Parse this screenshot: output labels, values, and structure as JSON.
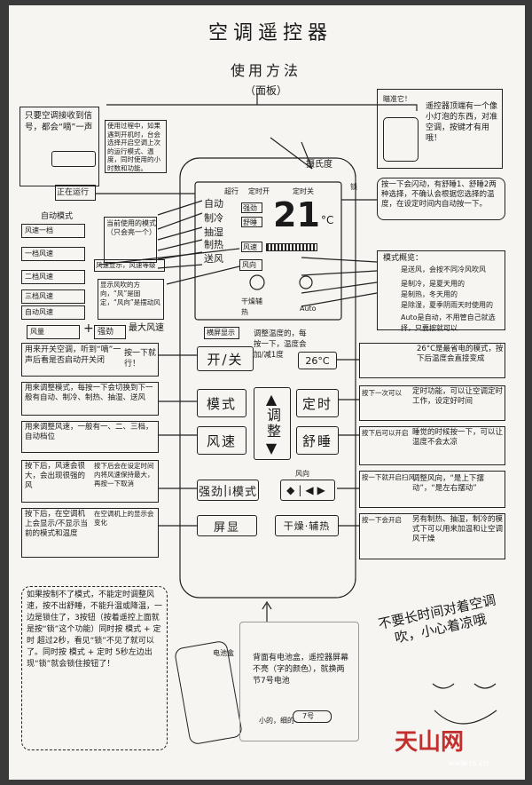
{
  "title": "空调遥控器",
  "subtitle": "使用方法",
  "panel": "（面板）",
  "top_left_note": "只要空调接收到信号，都会“嘀”一声",
  "top_mid_note": "使用过程中，如果遇到开机时，台会选择开启空调上次的运行模式、温度，同时使用的小时数和功能。",
  "running": "正在运行",
  "top_right_note": "遥控器顶端有一个像小灯泡的东西，对准空调，按键才有用哦！",
  "photo_label": "瞄准它！",
  "mode_list": {
    "title": "自动模式",
    "items": [
      "风速一档",
      "一档风速",
      "二档风速",
      "三档风速",
      "自动风速",
      "风量"
    ]
  },
  "mode_icons_note": "当前使用的模式（只会亮一个）",
  "fan_note": "风速显示，风速等级",
  "wind_dir_note": "显示风吹的方向，“风”是固定，“风向”是摆动风",
  "strong_note": "强劲",
  "strong_eq": "最大风速",
  "screen": {
    "labels_left": [
      "超行",
      "自动",
      "制冷",
      "抽湿",
      "制热",
      "送风"
    ],
    "labels_top": [
      "定时开",
      "定时关"
    ],
    "timer": [
      "强劲",
      "舒睡"
    ],
    "temp": "21",
    "unit": "°C",
    "fan": "风速",
    "wind": "风向",
    "dry": "干燥辅热",
    "auto": "Auto",
    "lock": "锁",
    "tag_temp": "摄氏度",
    "display_tag": "横屏显示"
  },
  "sleep_note": "按一下会闪动，有舒睡1、舒睡2两种选择，不确认会根据您选择的温度，在设定时间内自动按一下。",
  "mode_legend": {
    "title": "模式概览：",
    "items": [
      "是送风，会按不同冷风吹风",
      "是制冷，是夏天用的",
      "是制热，冬天用的",
      "是除湿，夏季阴雨天时使用的",
      "Auto是自动，不用管自己就选择，只要按就可以"
    ]
  },
  "buttons": {
    "power": "开/关",
    "temp_display": "26°C",
    "mode": "模式",
    "timer": "定时",
    "adjust": "调整",
    "fan": "风速",
    "sleep": "舒睡",
    "strong": "强劲",
    "imode": "i模式",
    "dir_label": "风向",
    "display": "屏显",
    "dry": "干燥·辅热"
  },
  "notes_left": {
    "power": "用来开关空调，听到“嘀”一声后看是否启动开关闭",
    "power2": "按一下就行！",
    "mode": "用来调整模式，每按一下会切换到下一般有自动、制冷、制热、抽湿、送风",
    "fan": "用来调整风速，一般有一、二、三档，自动档位",
    "strong": "按下后，风速会很大，会出现很强的风",
    "strong2": "按下后会在设定时间内将风速保持最大，再按一下取消",
    "display": "按下后，在空调机上会显示/不显示当前的模式和温度",
    "display2": "在空调机上的显示会变化"
  },
  "notes_mid": {
    "adjust": "调整温度的，每按一下，温度会加/减1度"
  },
  "notes_right": {
    "temp": "26°C是最省电的模式，按下后温度会直接变成",
    "timer": "定时功能，可以让空调定时工作，设定好时间",
    "timer2": "按下一次可以",
    "sleep": "睡觉的时候按一下，可以让温度不会太凉",
    "sleep2": "按下后可以开启",
    "dir": "调整风向，“是上下摆动”，“是左右摆动”",
    "dir2": "按一下就开启扫风",
    "dry": "另有制热、抽湿，制冷的模式下可以用来加温和让空调风干燥",
    "dry2": "按一下会开启"
  },
  "bottom_left_note": "如果按制不了模式，不能定时调整风速，按不出舒睡，不能升温或降温，一边是锁住了，3按钮（按着遥控上面就是按“锁”这个功能）同时按 模式 + 定时 超过2秒，看见“锁”不见了就可以了。同时按 模式 + 定时 5秒左边出现“锁”就会锁住按钮了！",
  "bottom_left_btn1": "模式",
  "bottom_left_btn2": "定时",
  "bottom_mid_note": "背面有电池盒，遥控器屏幕不亮（字的颜色），就换两节7号电池",
  "battery_label": "7号",
  "battery_tag": "小的，细的",
  "phone_tag": "电池盒",
  "cursive": "不要长时间对着空调吹，小心着凉哦",
  "watermark": "天山网",
  "watermark_url": "www.ts.cn"
}
